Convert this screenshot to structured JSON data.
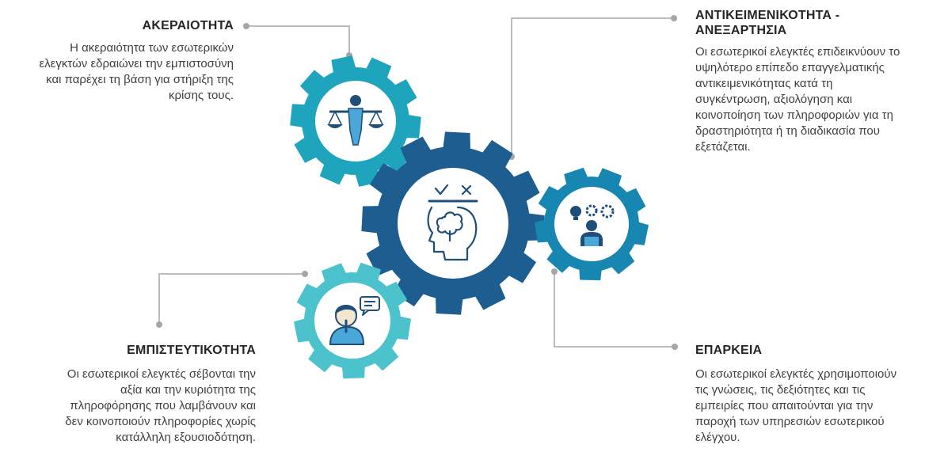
{
  "colors": {
    "gear_top": "#1ea4bd",
    "gear_center": "#1d5d8f",
    "gear_right": "#1787b2",
    "gear_bottom": "#4cc2cd",
    "icon_stroke": "#1f4e79",
    "connector": "#a6a6a6"
  },
  "integrity": {
    "heading": "ΑΚΕΡΑΙΟΤΗΤΑ",
    "lines": [
      "Η ακεραιότητα των εσωτερικών",
      "ελεγκτών εδραιώνει την εμπιστοσύνη",
      "και παρέχει  τη βάση για στήριξη της",
      "κρίσης τους."
    ]
  },
  "objectivity": {
    "heading_lines": [
      "ΑΝΤΙΚΕΙΜΕΝΙΚΟΤΗΤΑ -",
      "ΑΝΕΞΑΡΤΗΣΙΑ"
    ],
    "lines": [
      "Οι εσωτερικοί ελεγκτές επιδεικνύουν το",
      "υψηλότερο επίπεδο επαγγελματικής",
      "αντικειμενικότητας κατά τη",
      "συγκέντρωση, αξιολόγηση και",
      "κοινοποίηση των πληροφοριών για τη",
      "δραστηριότητα ή τη διαδικασία που",
      "εξετάζεται."
    ]
  },
  "confidentiality": {
    "heading": "ΕΜΠΙΣΤΕΥΤΙΚΟΤΗΤΑ",
    "lines": [
      "Οι εσωτερικοί ελεγκτές σέβονται την",
      "αξία και την κυριότητα της",
      "πληροφόρησης που λαμβάνουν  και",
      "δεν κοινοποιούν πληροφορίες χωρίς",
      "κατάλληλη εξουσιοδότηση."
    ]
  },
  "competence": {
    "heading": "ΕΠΑΡΚΕΙΑ",
    "lines": [
      "Οι εσωτερικοί ελεγκτές χρησιμοποιούν",
      "τις γνώσεις, τις δεξιότητες και τις",
      "εμπειρίες που απαιτούνται για την",
      "παροχή των υπηρεσιών εσωτερικού",
      "ελέγχου."
    ]
  },
  "icons": [
    "scales-person-icon",
    "brain-check-cross-icon",
    "ideas-gears-person-icon",
    "silence-speech-person-icon"
  ]
}
